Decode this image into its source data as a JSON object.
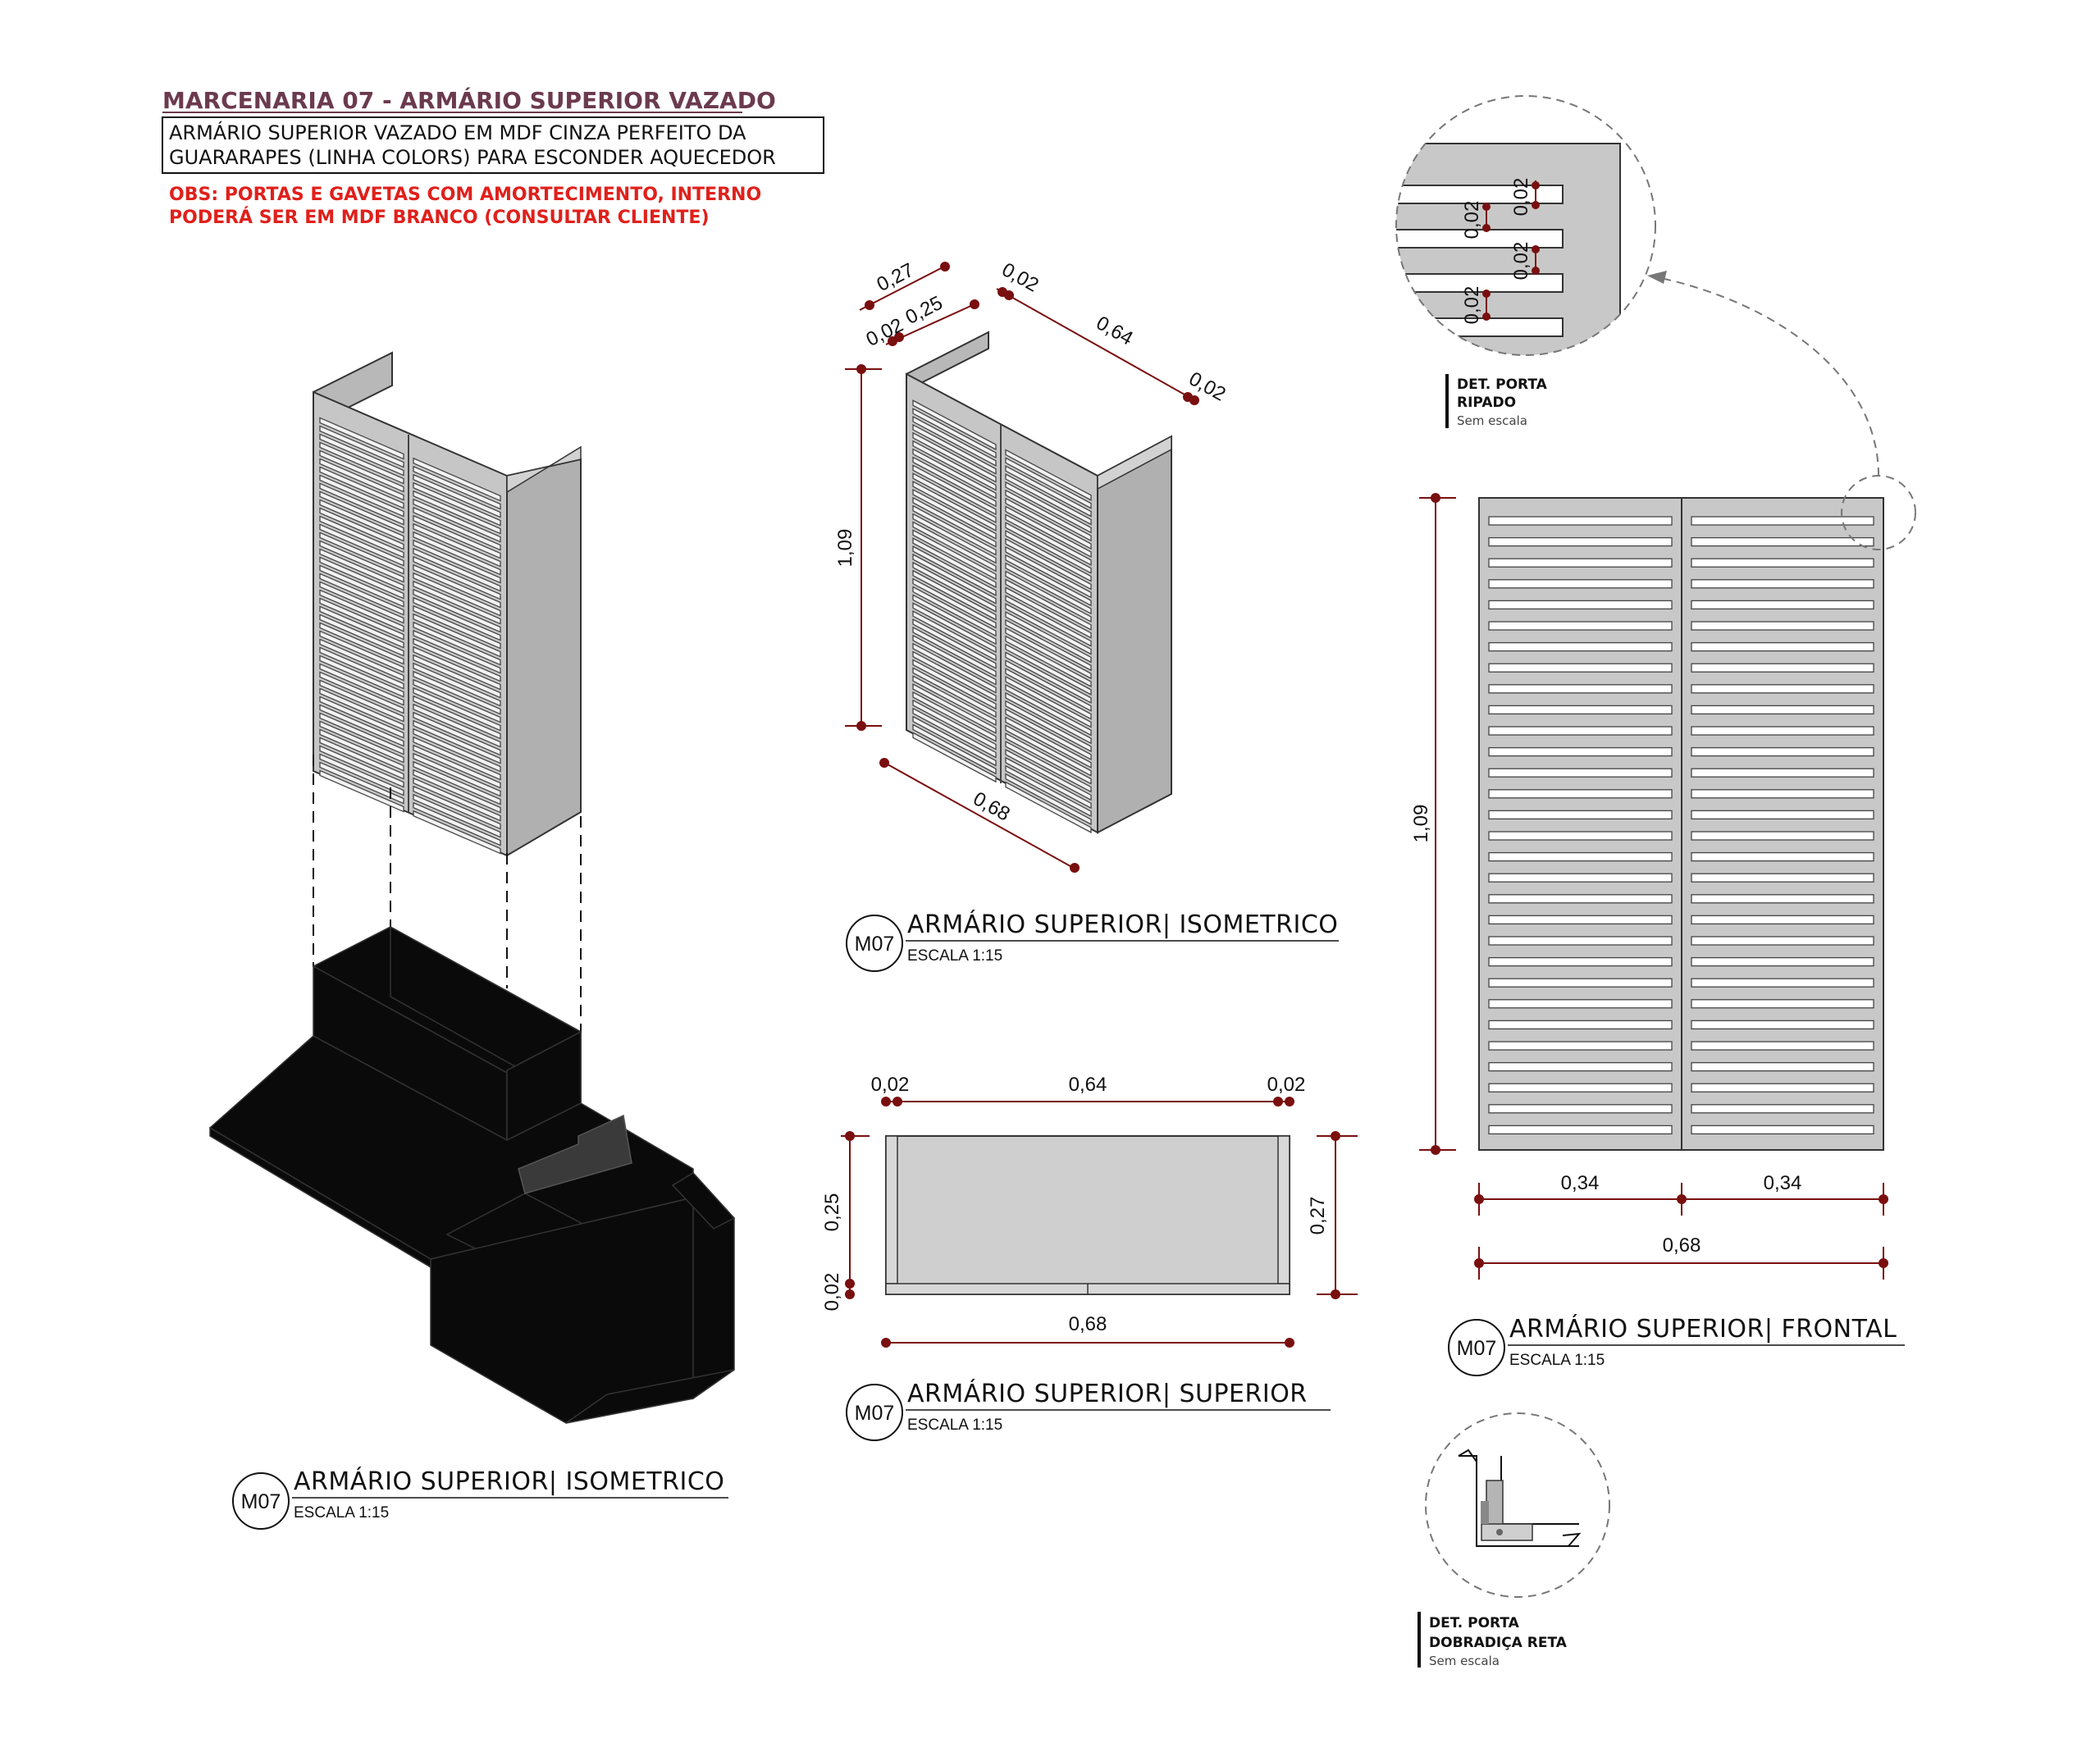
{
  "header": {
    "title": "MARCENARIA 07 - ARMÁRIO SUPERIOR VAZADO",
    "desc_line1": "ARMÁRIO SUPERIOR VAZADO EM MDF CINZA PERFEITO DA",
    "desc_line2": "GUARARAPES (LINHA COLORS) PARA ESCONDER AQUECEDOR",
    "obs_line1": "OBS: PORTAS E GAVETAS COM AMORTECIMENTO, INTERNO",
    "obs_line2": "PODERÁ SER EM MDF BRANCO (CONSULTAR CLIENTE)"
  },
  "views": {
    "iso_exploded": {
      "code": "M07",
      "title": "ARMÁRIO SUPERIOR| ISOMETRICO",
      "scale": "ESCALA 1:15"
    },
    "iso_dim": {
      "code": "M07",
      "title": "ARMÁRIO SUPERIOR| ISOMETRICO",
      "scale": "ESCALA 1:15"
    },
    "top": {
      "code": "M07",
      "title": "ARMÁRIO SUPERIOR| SUPERIOR",
      "scale": "ESCALA 1:15"
    },
    "front": {
      "code": "M07",
      "title": "ARMÁRIO SUPERIOR| FRONTAL",
      "scale": "ESCALA 1:15"
    }
  },
  "iso_dims": {
    "depth_total": "0,27",
    "depth_inner": "0,25",
    "door_thickness": "0,02",
    "side_left": "0,02",
    "width_inner": "0,64",
    "side_right": "0,02",
    "height": "1,09",
    "width_total": "0,68"
  },
  "top_dims": {
    "left_side": "0,02",
    "inner_width": "0,64",
    "right_side": "0,02",
    "inner_depth": "0,25",
    "door": "0,02",
    "total_depth": "0,27",
    "total_width": "0,68"
  },
  "front_dims": {
    "height": "1,09",
    "door_left": "0,34",
    "door_right": "0,34",
    "total_width": "0,68"
  },
  "detail_ripado": {
    "title_line1": "DET. PORTA",
    "title_line2": "RIPADO",
    "note": "Sem escala",
    "dims": [
      "0,02",
      "0,02",
      "0,02",
      "0,02"
    ]
  },
  "detail_hinge": {
    "title_line1": "DET. PORTA",
    "title_line2": "DOBRADIÇA RETA",
    "note": "Sem escala"
  },
  "colors": {
    "panel_gray": "#c8c8c8",
    "panel_dark": "#a8a8a8",
    "dim_red": "#7a0f0f",
    "title_purple": "#6b3a4e",
    "obs_red": "#e0201b",
    "niche_black": "#0a0a0a"
  }
}
